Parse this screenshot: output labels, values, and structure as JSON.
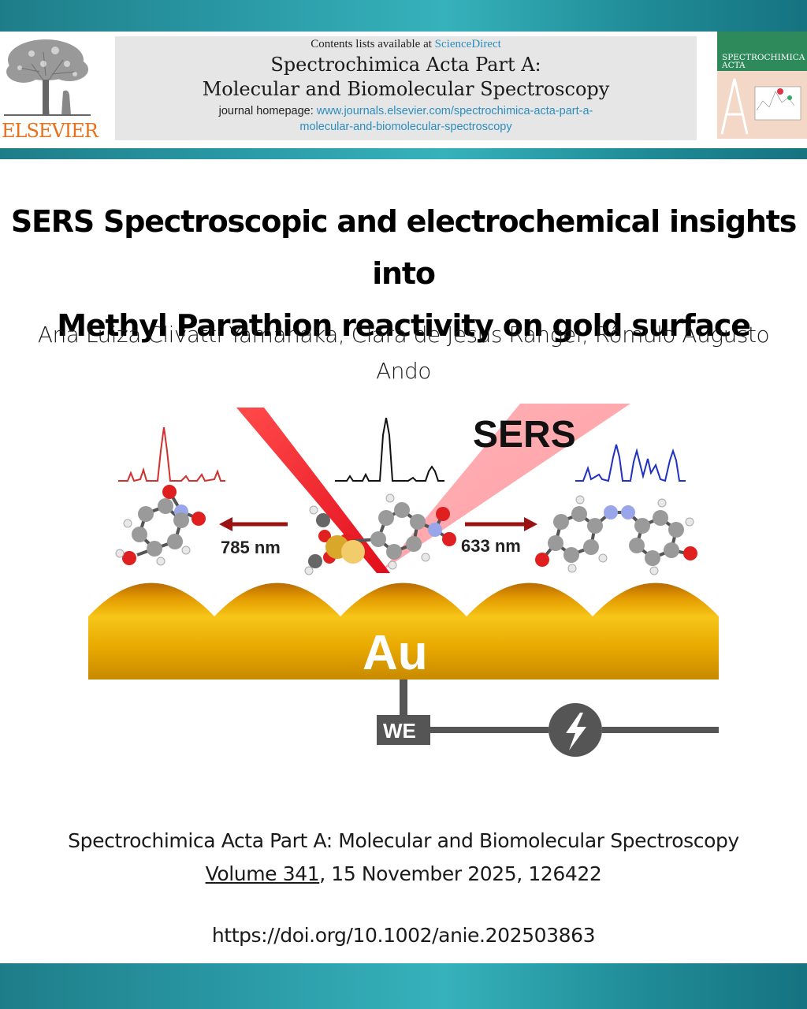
{
  "header": {
    "publisher": "ELSEVIER",
    "contents_prefix": "Contents lists available at ",
    "contents_link": "ScienceDirect",
    "journal_title_line1": "Spectrochimica Acta Part A:",
    "journal_title_line2": "Molecular and Biomolecular Spectroscopy",
    "homepage_label": "journal homepage: ",
    "homepage_url_line1": "www.journals.elsevier.com/spectrochimica-acta-part-a-",
    "homepage_url_line2": "molecular-and-biomolecular-spectroscopy",
    "cover_title_line1": "SPECTROCHIMICA",
    "cover_title_line2": "ACTA"
  },
  "article": {
    "title_line1": "SERS Spectroscopic and electrochemical insights into",
    "title_line2": "Methyl Parathion reactivity on gold surface",
    "authors_line1": "Ana Luiza Clivatti Yamanaka, Clara de Jesus Rangel, Rômulo Augusto",
    "authors_line2": "Ando"
  },
  "graphic": {
    "sers_label": "SERS",
    "left_wavelength": "785 nm",
    "right_wavelength": "633 nm",
    "electrode_label": "Au",
    "we_label": "WE",
    "colors": {
      "gold": "#f0b400",
      "laser": "#e8191f",
      "red_spectrum": "#d03030",
      "blue_spectrum": "#2030c0",
      "electrode_gray": "#555555"
    }
  },
  "citation": {
    "journal": "Spectrochimica Acta Part A: Molecular and Biomolecular Spectroscopy",
    "volume": "Volume 341",
    "date_article": ", 15 November 2025, 126422",
    "doi": "https://doi.org/10.1002/anie.202503863"
  }
}
